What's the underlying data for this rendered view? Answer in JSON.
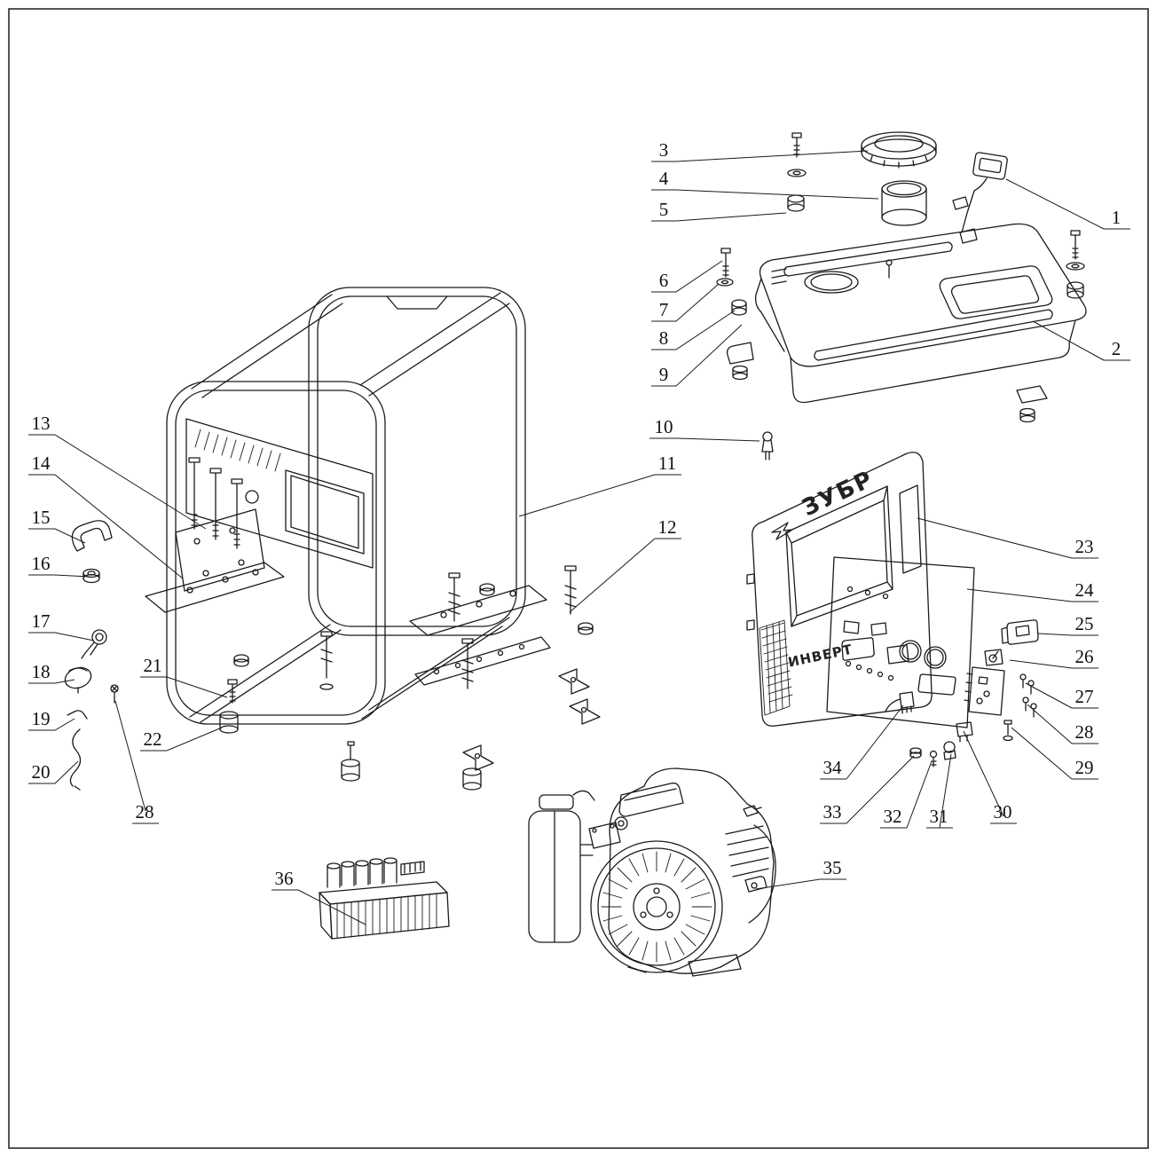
{
  "colors": {
    "ink": "#1b1b1b",
    "background": "#ffffff"
  },
  "panel": {
    "brand": "ЗУБР",
    "label": "ИНВЕРТ"
  },
  "callouts": {
    "1": "1",
    "2": "2",
    "3": "3",
    "4": "4",
    "5": "5",
    "6": "6",
    "7": "7",
    "8": "8",
    "9": "9",
    "10": "10",
    "11": "11",
    "12": "12",
    "13": "13",
    "14": "14",
    "15": "15",
    "16": "16",
    "17": "17",
    "18": "18",
    "19": "19",
    "20": "20",
    "21": "21",
    "22": "22",
    "23": "23",
    "24": "24",
    "25": "25",
    "26": "26",
    "27": "27",
    "28": "28",
    "29": "29",
    "30": "30",
    "31": "31",
    "32": "32",
    "33": "33",
    "34": "34",
    "35": "35",
    "36": "36"
  }
}
